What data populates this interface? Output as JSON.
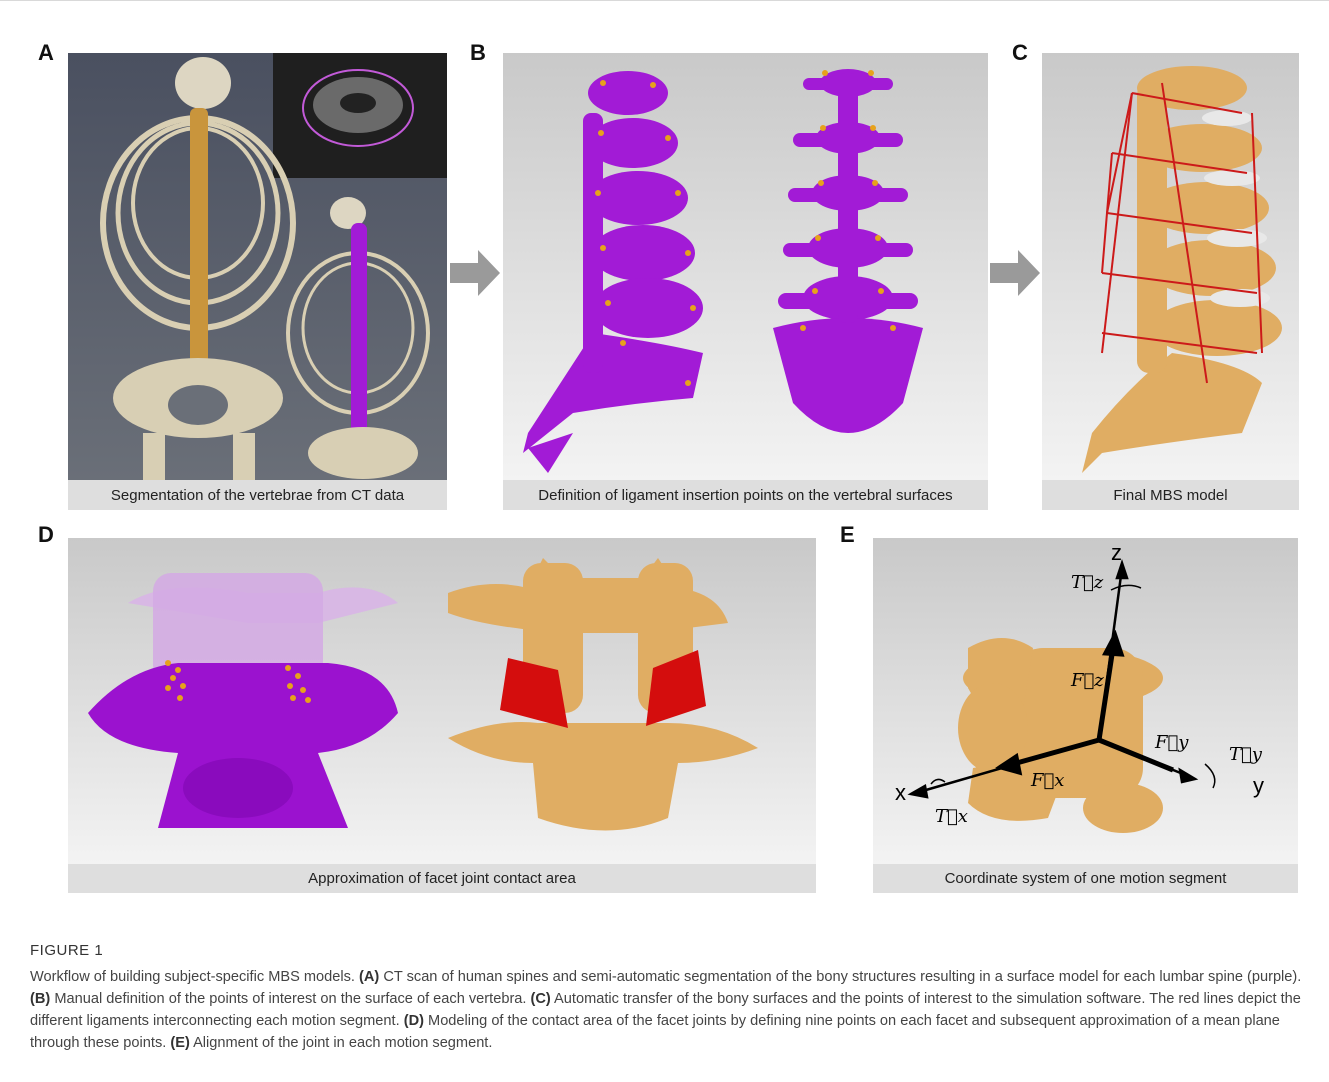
{
  "panels": {
    "A": {
      "letter": "A",
      "caption": "Segmentation of the vertebrae from CT data"
    },
    "B": {
      "letter": "B",
      "caption": "Definition of ligament insertion points on the vertebral surfaces"
    },
    "C": {
      "letter": "C",
      "caption": "Final MBS model"
    },
    "D": {
      "letter": "D",
      "caption": "Approximation of facet joint contact area"
    },
    "E": {
      "letter": "E",
      "caption": "Coordinate system of one motion segment"
    }
  },
  "axes": {
    "z": "z",
    "x": "x",
    "y": "y",
    "Tz": "T⃗z",
    "Fz": "F⃗z",
    "Fy": "F⃗y",
    "Ty": "T⃗y",
    "Fx": "F⃗x",
    "Tx": "T⃗x"
  },
  "figure": {
    "title": "FIGURE 1",
    "caption_parts": [
      {
        "bold": false,
        "text": "Workflow of building subject-specific MBS models. "
      },
      {
        "bold": true,
        "text": "(A)"
      },
      {
        "bold": false,
        "text": " CT scan of human spines and semi-automatic segmentation of the bony structures resulting in a surface model for each lumbar spine (purple). "
      },
      {
        "bold": true,
        "text": "(B)"
      },
      {
        "bold": false,
        "text": " Manual definition of the points of interest on the surface of each vertebra. "
      },
      {
        "bold": true,
        "text": "(C)"
      },
      {
        "bold": false,
        "text": " Automatic transfer of the bony surfaces and the points of interest to the simulation software. The red lines depict the different ligaments interconnecting each motion segment. "
      },
      {
        "bold": true,
        "text": "(D)"
      },
      {
        "bold": false,
        "text": " Modeling of the contact area of the facet joints by defining nine points on each facet and subsequent approximation of a mean plane through these points. "
      },
      {
        "bold": true,
        "text": "(E)"
      },
      {
        "bold": false,
        "text": " Alignment of the joint in each motion segment."
      }
    ]
  },
  "colors": {
    "purple": "#a21bd6",
    "bone": "#e0ad63",
    "ligament": "#cc1a1a",
    "arrow": "#999999"
  }
}
